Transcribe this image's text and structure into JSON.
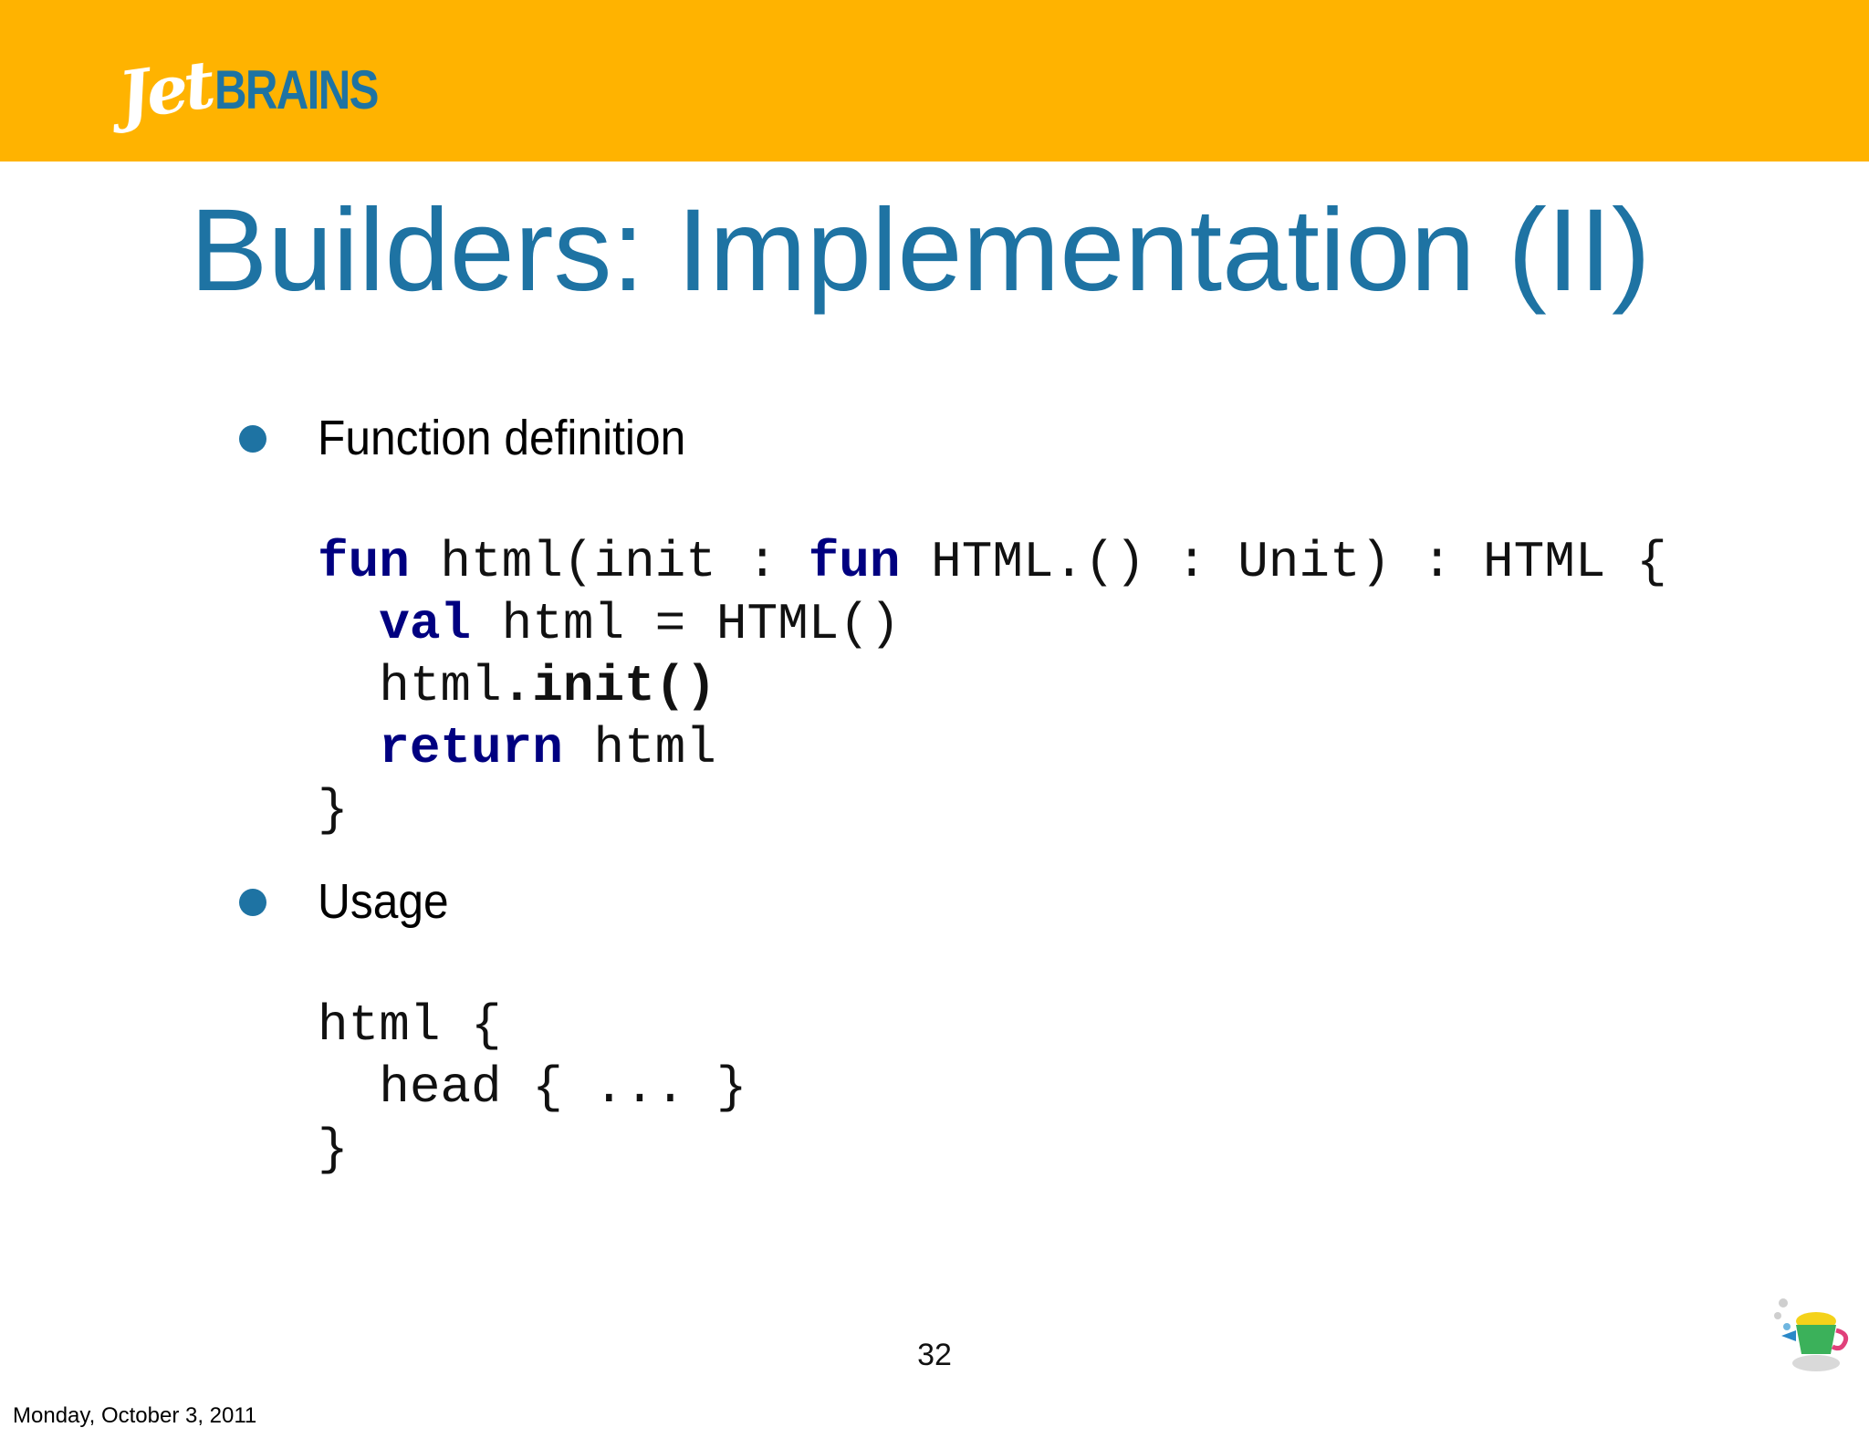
{
  "header": {
    "logo_text_jet": "Jet",
    "logo_text_brains": "BRAINS",
    "background_color": "#FFB300",
    "brand_color": "#1E73A3"
  },
  "slide": {
    "title": "Builders: Implementation (II)",
    "bullets": [
      {
        "label": "Function definition",
        "code": {
          "line1": {
            "kw1": "fun",
            "t1": " html(init : ",
            "kw2": "fun",
            "t2": " HTML.() : Unit) : HTML {"
          },
          "line2": {
            "kw": "val",
            "t": " html = HTML()"
          },
          "line3": {
            "t": "html",
            "b": ".init()"
          },
          "line4": {
            "kw": "return",
            "t": " html"
          },
          "line5": "}"
        }
      },
      {
        "label": "Usage",
        "code": {
          "line1": "html {",
          "line2": "head { ... }",
          "line3": "}"
        }
      }
    ],
    "page_number": "32"
  },
  "footer": {
    "date": "Monday, October 3, 2011"
  },
  "icons": {
    "bullet": "filled-circle",
    "mascot": "teapot-mascot-icon"
  }
}
